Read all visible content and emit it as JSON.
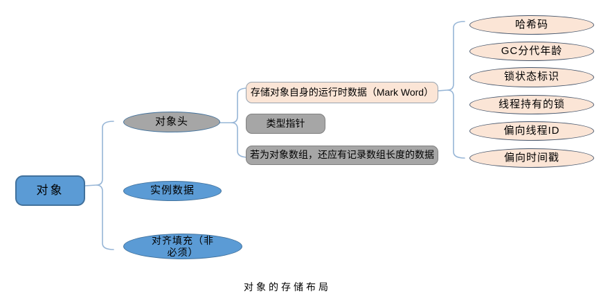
{
  "diagram": {
    "caption": "对象的存储布局",
    "root": {
      "label": "对象"
    },
    "sections": [
      {
        "label": "对象头"
      },
      {
        "label": "实例数据"
      },
      {
        "label": "对齐填充（非必须）"
      }
    ],
    "header_parts": [
      {
        "label": "存储对象自身的运行时数据（Mark Word）"
      },
      {
        "label": "类型指针"
      },
      {
        "label": "若为对象数组，还应有记录数组长度的数据"
      }
    ],
    "mark_word_fields": [
      {
        "label": "哈希码"
      },
      {
        "label": "GC分代年龄"
      },
      {
        "label": "锁状态标识"
      },
      {
        "label": "线程持有的锁"
      },
      {
        "label": "偏向线程ID"
      },
      {
        "label": "偏向时间戳"
      }
    ]
  },
  "colors": {
    "background": "#FFFFFF",
    "text": "#000000",
    "node_blue_fill": "#5B9BD5",
    "node_blue_border": "#41719C",
    "node_gray_fill": "#A6A6A6",
    "node_gray_border": "#7F7F7F",
    "node_peach_fill": "#FBE5D6",
    "peach_ellipse_border": "#44546A",
    "peach_box_border": "#97A3AF",
    "connector": "#96B5D6"
  }
}
